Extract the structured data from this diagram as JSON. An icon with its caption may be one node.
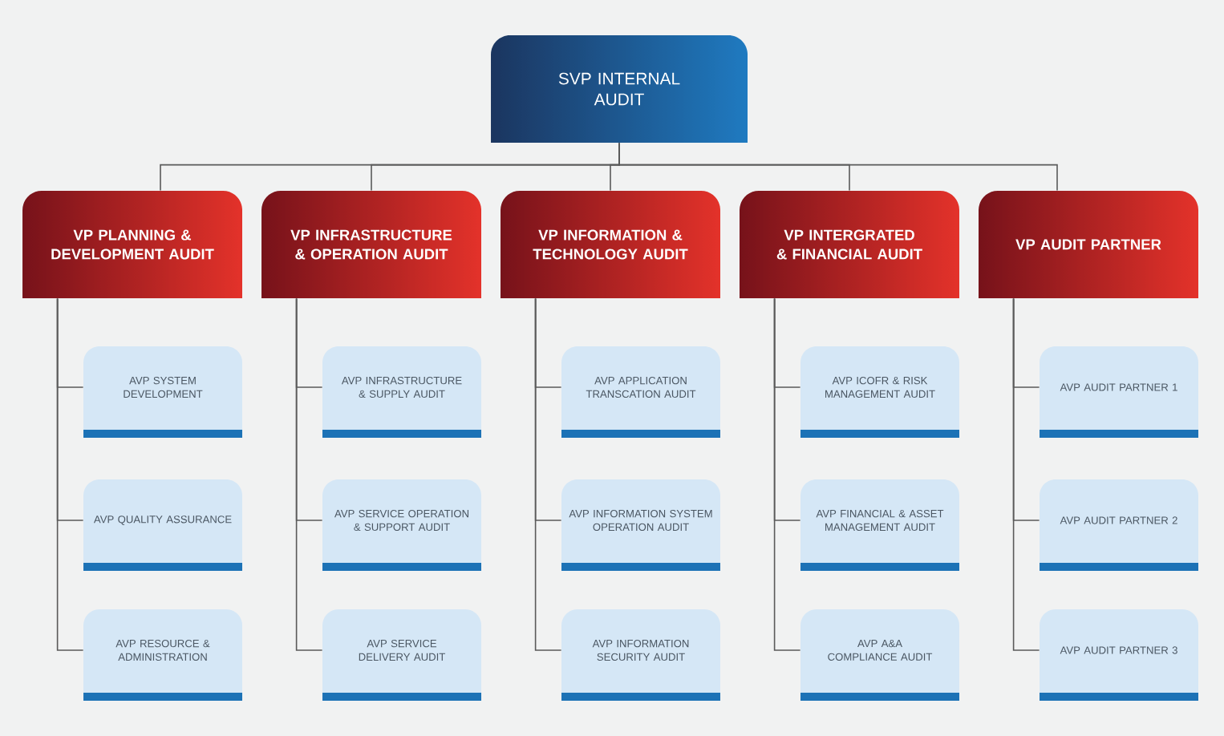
{
  "diagram": {
    "nodes": [
      {
        "text": [
          "SVP INTERNAL AUDIT"
        ]
      },
      {
        "text": [
          "VP PLANNING & DEVELOPMENT AUDIT"
        ]
      },
      {
        "text": [
          "VP INFRASTRUCTURE & OPERATION AUDIT"
        ]
      },
      {
        "text": [
          "VP INFORMATION & TECHNOLOGY AUDIT"
        ]
      },
      {
        "text": [
          "VP INTERGRATED & FINANCIAL AUDIT"
        ]
      },
      {
        "text": [
          "VP AUDIT PARTNER"
        ]
      },
      {
        "text": [
          "AVP SYSTEM DEVELOPMENT"
        ]
      },
      {
        "text": [
          "AVP QUALITY ASSURANCE"
        ]
      },
      {
        "text": [
          "AVP RESOURCE & ADMINISTRATION"
        ]
      },
      {
        "text": [
          "AVP INFRASTRUCTURE & SUPPLY AUDIT"
        ]
      },
      {
        "text": [
          "AVP SERVICE OPERATION & SUPPORT AUDIT"
        ]
      },
      {
        "text": [
          "AVP SERVICE DELIVERY AUDIT"
        ]
      },
      {
        "text": [
          "AVP APPLICATION TRANSCATION AUDIT"
        ]
      },
      {
        "text": [
          "AVP INFORMATION SYSTEM OPERATION AUDIT"
        ]
      },
      {
        "text": [
          "AVP INFORMATION SECURITY AUDIT"
        ]
      },
      {
        "text": [
          "AVP ICOFR & RISK MANAGEMENT AUDIT"
        ]
      },
      {
        "text": [
          "AVP FINANCIAL & ASSET MANAGEMENT AUDIT"
        ]
      },
      {
        "text": [
          "AVP A&A COMPLIANCE AUDIT"
        ]
      },
      {
        "text": [
          "AVP AUDIT PARTNER 1"
        ]
      },
      {
        "text": [
          "AVP AUDIT PARTNER 2"
        ]
      },
      {
        "text": [
          "AVP AUDIT PARTNER 3"
        ]
      }
    ],
    "edges": [
      {
        "from": 0,
        "to": 1,
        "arrow": "none"
      },
      {
        "from": 0,
        "to": 2,
        "arrow": "none"
      },
      {
        "from": 0,
        "to": 3,
        "arrow": "none"
      },
      {
        "from": 0,
        "to": 4,
        "arrow": "none"
      },
      {
        "from": 0,
        "to": 5,
        "arrow": "none"
      },
      {
        "from": 1,
        "to": 6,
        "arrow": "none"
      },
      {
        "from": 1,
        "to": 7,
        "arrow": "none"
      },
      {
        "from": 1,
        "to": 8,
        "arrow": "none"
      },
      {
        "from": 2,
        "to": 9,
        "arrow": "none"
      },
      {
        "from": 2,
        "to": 10,
        "arrow": "none"
      },
      {
        "from": 2,
        "to": 11,
        "arrow": "none"
      },
      {
        "from": 3,
        "to": 12,
        "arrow": "none"
      },
      {
        "from": 3,
        "to": 13,
        "arrow": "none"
      },
      {
        "from": 3,
        "to": 14,
        "arrow": "none"
      },
      {
        "from": 4,
        "to": 15,
        "arrow": "none"
      },
      {
        "from": 4,
        "to": 16,
        "arrow": "none"
      },
      {
        "from": 4,
        "to": 17,
        "arrow": "none"
      },
      {
        "from": 5,
        "to": 18,
        "arrow": "none"
      },
      {
        "from": 5,
        "to": 19,
        "arrow": "none"
      },
      {
        "from": 5,
        "to": 20,
        "arrow": "none"
      }
    ]
  }
}
